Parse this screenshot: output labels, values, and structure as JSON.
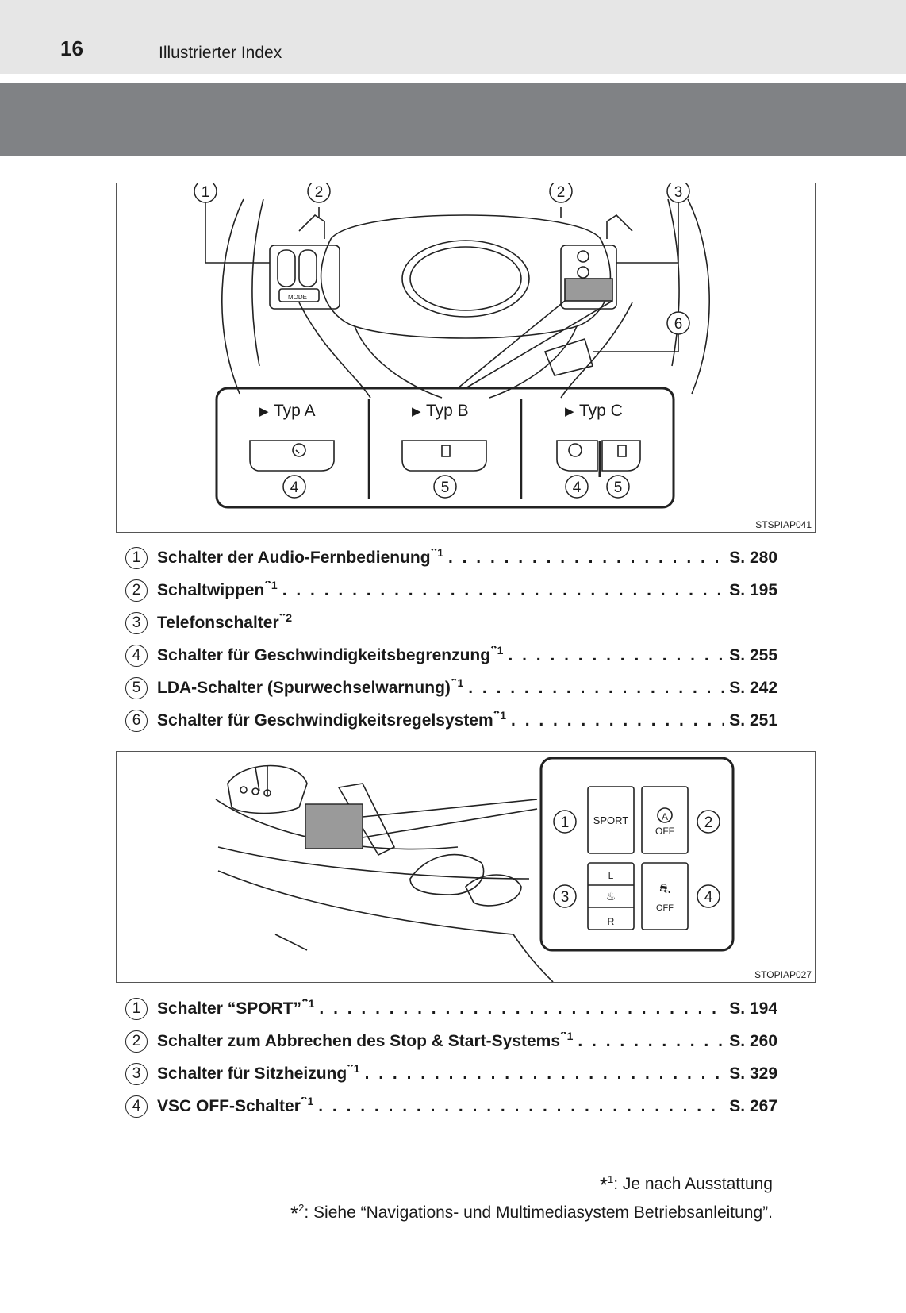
{
  "header": {
    "page_number": "16",
    "section_title": "Illustrierter Index"
  },
  "figure1": {
    "code": "STSPIAP041",
    "callouts": [
      "1",
      "2",
      "2",
      "3",
      "6",
      "4",
      "5",
      "4",
      "5"
    ],
    "panel_labels": [
      "Typ A",
      "Typ B",
      "Typ C"
    ],
    "button_labels": [
      "MODE"
    ]
  },
  "list1": [
    {
      "num": "1",
      "label": "Schalter der Audio-Fernbedienung",
      "note": "1",
      "page": "S. 280"
    },
    {
      "num": "2",
      "label": "Schaltwippen",
      "note": "1",
      "page": "S. 195"
    },
    {
      "num": "3",
      "label": "Telefonschalter",
      "note": "2",
      "page": ""
    },
    {
      "num": "4",
      "label": "Schalter für Geschwindigkeitsbegrenzung",
      "note": "1",
      "page": "S. 255"
    },
    {
      "num": "5",
      "label": "LDA-Schalter (Spurwechselwarnung)",
      "note": "1",
      "page": "S. 242"
    },
    {
      "num": "6",
      "label": "Schalter für Geschwindigkeitsregelsystem",
      "note": "1",
      "page": "S. 251"
    }
  ],
  "figure2": {
    "code": "STOPIAP027",
    "callouts": [
      "1",
      "2",
      "3",
      "4"
    ],
    "switch_labels": {
      "sport": "SPORT",
      "stop_start_letter": "A",
      "stop_start_off": "OFF",
      "seat_l": "L",
      "seat_r": "R",
      "vsc_off": "OFF"
    }
  },
  "list2": [
    {
      "num": "1",
      "label": "Schalter “SPORT”",
      "note": "1",
      "page": "S. 194"
    },
    {
      "num": "2",
      "label": "Schalter zum Abbrechen des Stop & Start-Systems",
      "note": "1",
      "page": "S. 260"
    },
    {
      "num": "3",
      "label": "Schalter für Sitzheizung",
      "note": "1",
      "page": "S. 329"
    },
    {
      "num": "4",
      "label": "VSC OFF-Schalter",
      "note": "1",
      "page": "S. 267"
    }
  ],
  "footnotes": [
    {
      "mark": "1",
      "text": ": Je nach Ausstattung"
    },
    {
      "mark": "2",
      "text": ": Siehe “Navigations- und Multimediasystem Betriebsanleitung”."
    }
  ],
  "star": "*",
  "dot_fill": ". . . . . . . . . . . . . . . . . . . . . . . . . . . . . . . . . . . . . . . . . . . . . . . . . . . . . . . . . . . . . . . . . . . . . . . . ."
}
